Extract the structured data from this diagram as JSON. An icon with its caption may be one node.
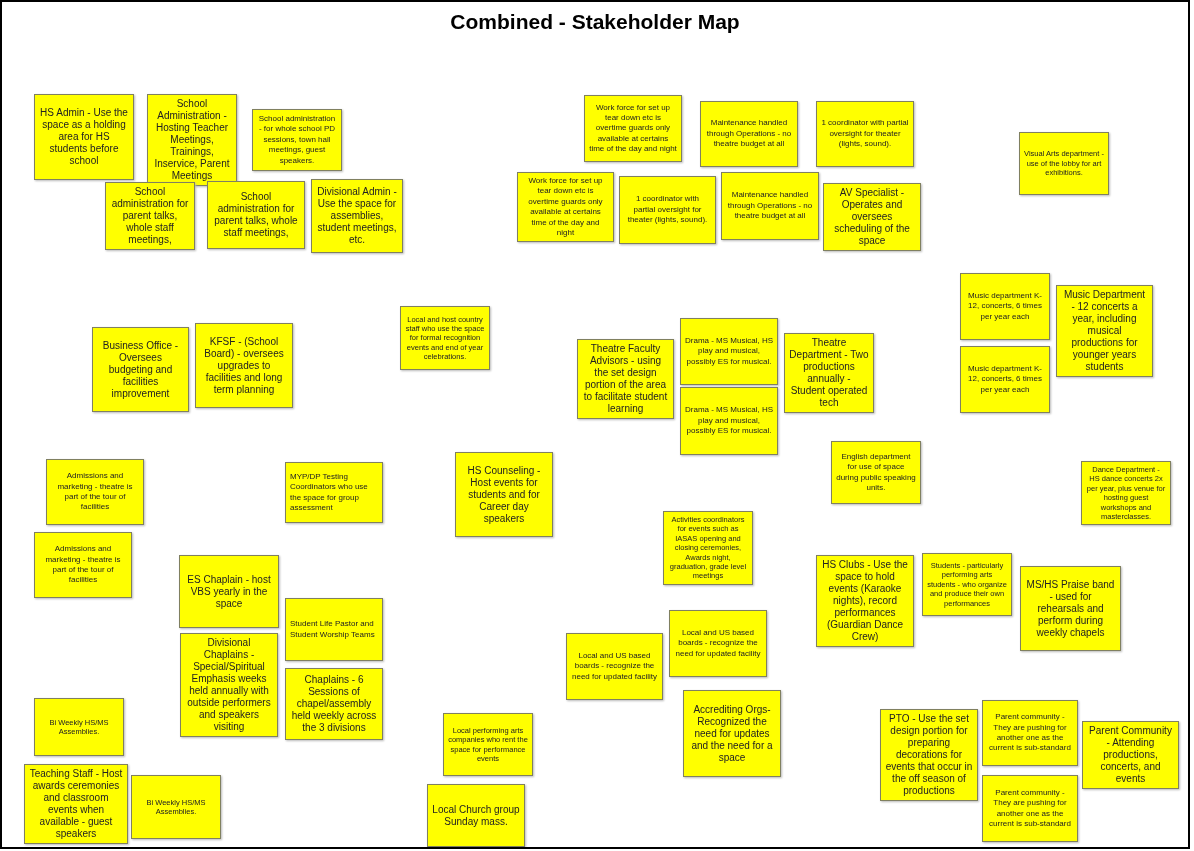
{
  "diagram": {
    "title": "Combined - Stakeholder Map",
    "nodes": [
      {
        "text": [
          "HS Admin - Use the space as a holding area for HS students before school"
        ]
      },
      {
        "text": [
          "School Administration - Hosting Teacher Meetings, Trainings, Inservice, Parent Meetings"
        ]
      },
      {
        "text": [
          "School administration - for whole school PD sessions, town hall meetings, guest speakers."
        ]
      },
      {
        "text": [
          "School administration for parent talks, whole staff meetings,"
        ]
      },
      {
        "text": [
          "School administration for parent talks, whole staff meetings,"
        ]
      },
      {
        "text": [
          "Divisional Admin - Use the space for assemblies, student meetings, etc."
        ]
      },
      {
        "text": [
          "Work force for set up tear down etc is overtime guards only available at certains time of the day and night"
        ]
      },
      {
        "text": [
          "Maintenance handled through Operations - no theatre budget at all"
        ]
      },
      {
        "text": [
          "1 coordinator with partial oversight for theater (lights, sound)."
        ]
      },
      {
        "text": [
          "Visual Arts department - use of the lobby for art exhibitions."
        ]
      },
      {
        "text": [
          "Work force for set up tear down etc is overtime guards only available at certains time of the day and night"
        ]
      },
      {
        "text": [
          "1 coordinator with partial oversight for theater (lights, sound)."
        ]
      },
      {
        "text": [
          "Maintenance handled through Operations - no theatre budget at all"
        ]
      },
      {
        "text": [
          "AV Specialist - Operates and oversees scheduling of the space"
        ]
      },
      {
        "text": [
          "Music department K-12, concerts, 6 times per year each"
        ]
      },
      {
        "text": [
          "Music Department - 12 concerts a year, including musical productions for younger years students"
        ]
      },
      {
        "text": [
          "Local and host country staff who use the space for formal recognition events and end of year celebrations."
        ]
      },
      {
        "text": [
          "Business Office - Oversees budgeting and facilities improvement"
        ]
      },
      {
        "text": [
          "KFSF - (School Board) - oversees upgrades to facilities and long term planning"
        ]
      },
      {
        "text": [
          "Theatre Faculty Advisors - using the set design portion of the area to facilitate student learning"
        ]
      },
      {
        "text": [
          "Drama - MS Musical, HS play and musical, possibly ES for musical."
        ]
      },
      {
        "text": [
          "Theatre Department - Two productions annually - Student operated tech"
        ]
      },
      {
        "text": [
          "Drama - MS Musical, HS play and musical, possibly ES for musical."
        ]
      },
      {
        "text": [
          "Music department K-12, concerts, 6 times per year each"
        ]
      },
      {
        "text": [
          "English department for use of space during public speaking units."
        ]
      },
      {
        "text": [
          "Admissions and marketing - theatre is part of the tour of facilities"
        ]
      },
      {
        "text": [
          "MYP/DP Testing Coordinators who use the space for group assessment"
        ]
      },
      {
        "text": [
          "HS Counseling - Host events for students and for Career day speakers"
        ]
      },
      {
        "text": [
          "Dance Department - HS dance concerts 2x per year, plus venue for hosting guest workshops and masterclasses."
        ]
      },
      {
        "text": [
          "Activities coordinators for events such as IASAS opening and closing ceremonies, Awards night, graduation, grade level meetings"
        ]
      },
      {
        "text": [
          "Admissions and marketing - theatre is part of the tour of facilities"
        ]
      },
      {
        "text": [
          "ES Chaplain - host VBS yearly in the space"
        ]
      },
      {
        "text": [
          "HS Clubs - Use the space to hold events (Karaoke nights), record performances (Guardian Dance Crew)"
        ]
      },
      {
        "text": [
          "Students - particularly performing arts students - who organize and produce their own performances"
        ]
      },
      {
        "text": [
          "MS/HS Praise band - used for rehearsals and perform during weekly chapels"
        ]
      },
      {
        "text": [
          "Student Life Pastor and Student Worship Teams"
        ]
      },
      {
        "text": [
          "Local and US based boards - recognize the need for updated facility"
        ]
      },
      {
        "text": [
          "Divisional Chaplains - Special/Spiritual Emphasis weeks held annually with outside performers and speakers visiting"
        ]
      },
      {
        "text": [
          "Local and US based boards - recognize the need for updated facility"
        ]
      },
      {
        "text": [
          "Chaplains - 6 Sessions of chapel/assembly held weekly across the 3 divisions"
        ]
      },
      {
        "text": [
          "Accrediting Orgs- Recognized the need for updates and the need for a space"
        ]
      },
      {
        "text": [
          "PTO - Use the set design portion for preparing decorations for events that occur in the off season of productions"
        ]
      },
      {
        "text": [
          "Parent community - They are pushing for another one as the current is sub-standard"
        ]
      },
      {
        "text": [
          "Parent Community - Attending productions, concerts, and events"
        ]
      },
      {
        "text": [
          "Bi Weekly HS/MS Assemblies."
        ]
      },
      {
        "text": [
          "Local performing arts companies who rent the space for performance events"
        ]
      },
      {
        "text": [
          "Teaching Staff - Host awards ceremonies and classroom events when available - guest speakers"
        ]
      },
      {
        "text": [
          "Bi Weekly HS/MS Assemblies."
        ]
      },
      {
        "text": [
          "Local Church group Sunday mass."
        ]
      },
      {
        "text": [
          "Parent community - They are pushing for another one as the current is sub-standard"
        ]
      }
    ]
  }
}
